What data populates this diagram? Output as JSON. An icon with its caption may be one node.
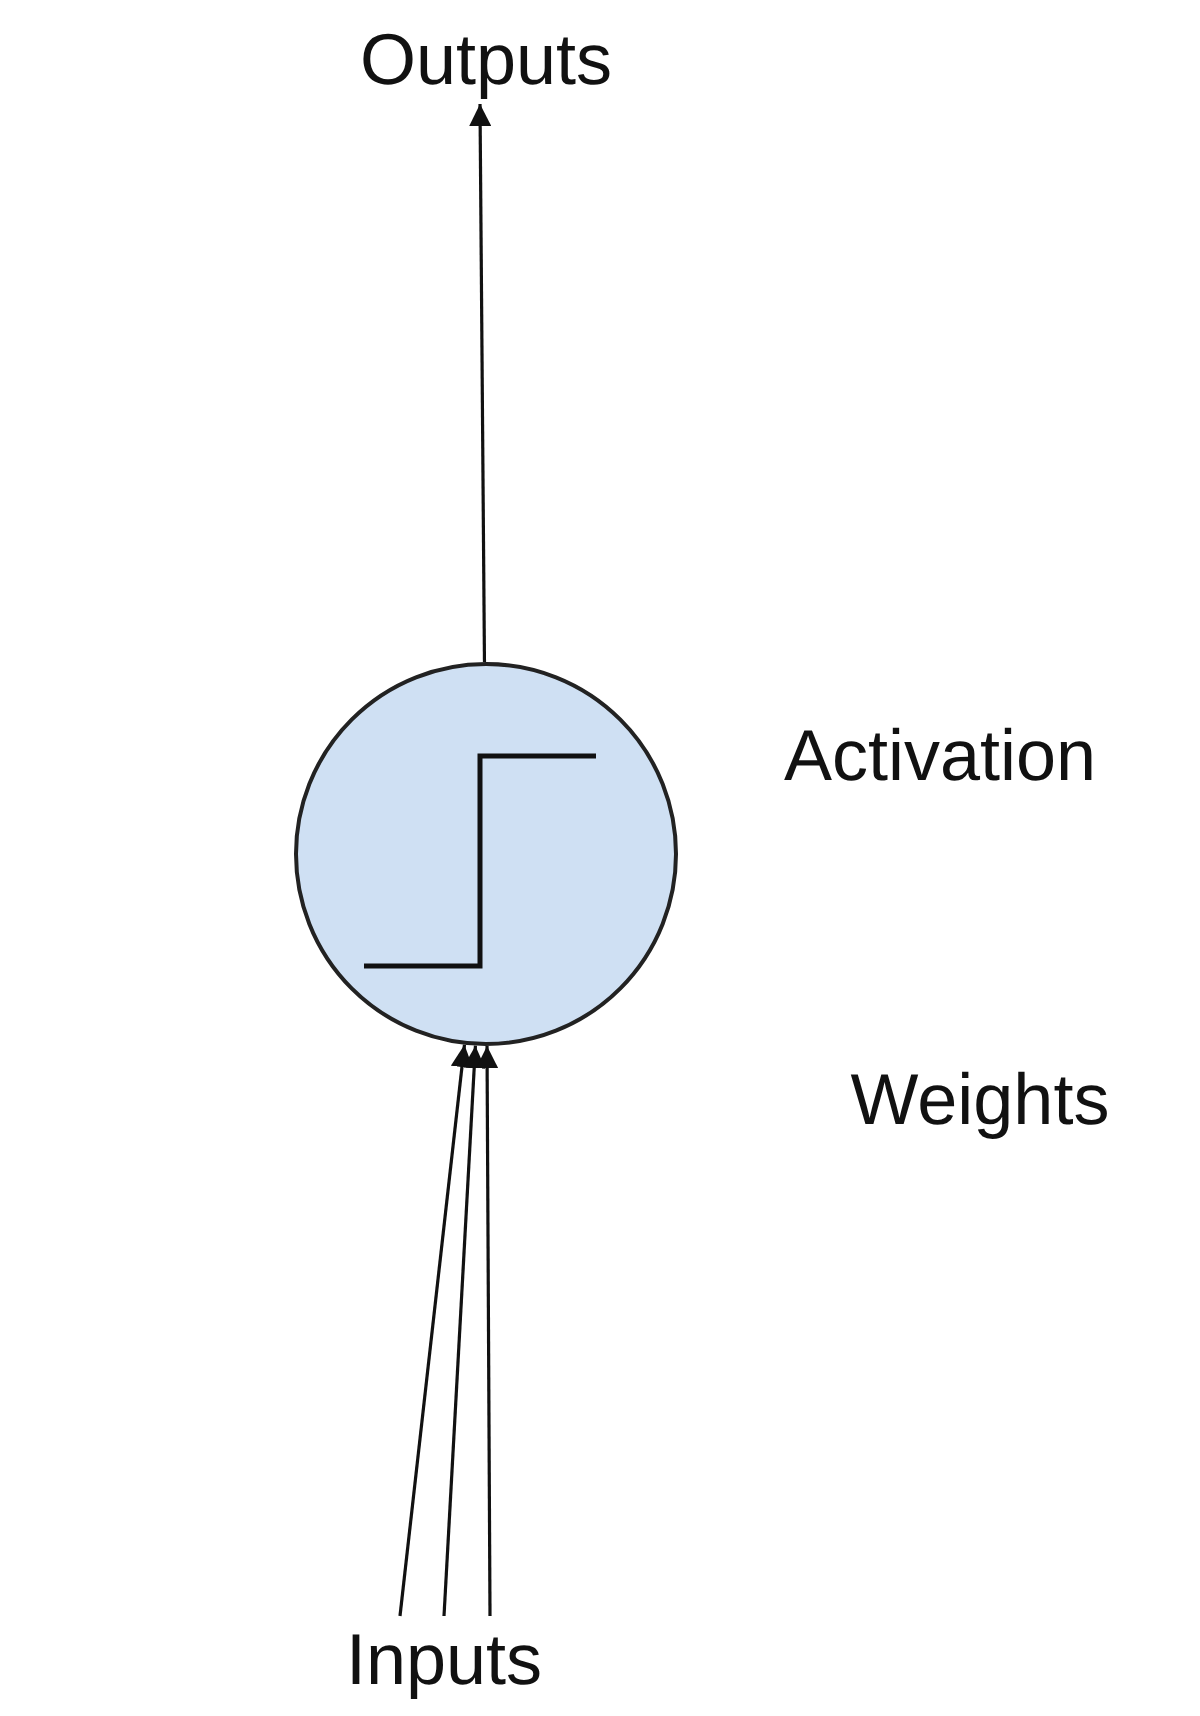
{
  "diagram": {
    "nodes": [
      {
        "text": [
          "Outputs"
        ]
      },
      {
        "text": [],
        "shape": "circle"
      },
      {
        "text": [
          "Inputs"
        ]
      }
    ],
    "edges": [
      {
        "from": 1,
        "to": 0,
        "arrow": "to"
      },
      {
        "from": 2,
        "to": 1,
        "arrow": "to"
      },
      {
        "from": 2,
        "to": 1,
        "arrow": "to"
      },
      {
        "from": 2,
        "to": 1,
        "arrow": "to"
      }
    ],
    "labels": [
      "Activation",
      "Weights"
    ]
  }
}
